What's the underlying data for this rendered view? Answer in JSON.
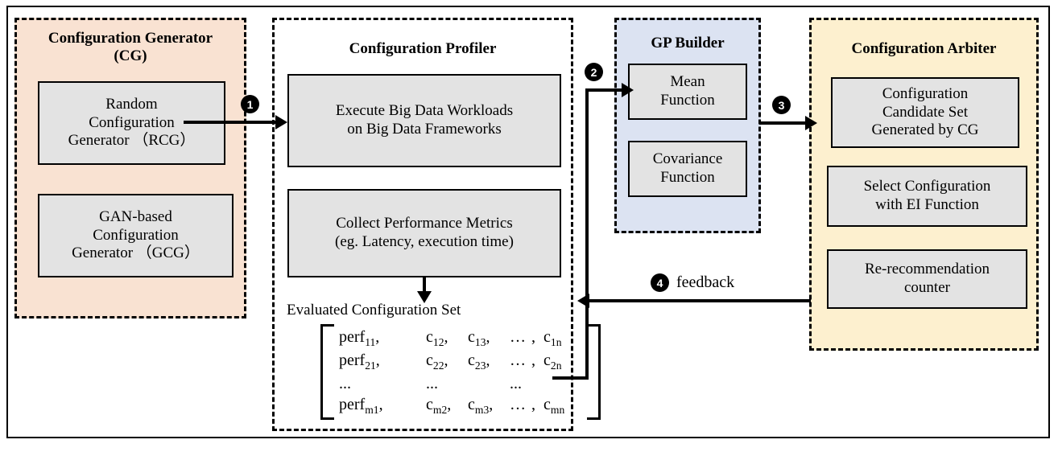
{
  "diagram": {
    "panels": [
      {
        "id": "configuration-generator",
        "title_line1": "Configuration Generator",
        "title_line2": "(CG)",
        "fill": "#f9e2d2",
        "boxes": [
          {
            "line1": "Random",
            "line2": "Configuration",
            "line3": "Generator （RCG）"
          },
          {
            "line1": "GAN-based",
            "line2": "Configuration",
            "line3": "Generator （GCG）"
          }
        ]
      },
      {
        "id": "configuration-profiler",
        "title_line1": "Configuration Profiler",
        "title_line2": "",
        "fill": "#ffffff",
        "boxes": [
          {
            "line1": "Execute Big Data Workloads",
            "line2": "on Big Data Frameworks",
            "line3": ""
          },
          {
            "line1": "Collect Performance Metrics",
            "line2": "(eg. Latency, execution time)",
            "line3": ""
          }
        ],
        "set_label": "Evaluated Configuration Set"
      },
      {
        "id": "gp-builder",
        "title_line1": "GP Builder",
        "title_line2": "",
        "fill": "#dce3f2",
        "boxes": [
          {
            "line1": "Mean",
            "line2": "Function",
            "line3": ""
          },
          {
            "line1": "Covariance",
            "line2": "Function",
            "line3": ""
          }
        ]
      },
      {
        "id": "configuration-arbiter",
        "title_line1": "Configuration Arbiter",
        "title_line2": "",
        "fill": "#fdf0cf",
        "boxes": [
          {
            "line1": "Configuration",
            "line2": "Candidate Set",
            "line3": "Generated by CG"
          },
          {
            "line1": "Select Configuration",
            "line2": "with EI Function",
            "line3": ""
          },
          {
            "line1": "Re-recommendation",
            "line2": "counter",
            "line3": ""
          }
        ]
      }
    ],
    "badges": {
      "step1": "1",
      "step2": "2",
      "step3": "3",
      "step4": "4"
    },
    "feedback_label": "feedback",
    "matrix": {
      "rows": [
        {
          "c1": "perf11",
          "c1b": "perf",
          "c1s": "11",
          "c2": "c12",
          "c3": "c13",
          "c4": "… ,",
          "c5": "c1n"
        },
        {
          "c1b": "perf",
          "c1s": "21",
          "c2": "c22",
          "c3": "c23",
          "c4": "… ,",
          "c5": "c2n"
        },
        {
          "c1b": "...",
          "c1s": "",
          "c2": "...",
          "c3": "",
          "c4": "...",
          "c5": ""
        },
        {
          "c1b": "perf",
          "c1s": "m1",
          "c2": "cm2",
          "c3": "cm3",
          "c4": "… ,",
          "c5": "cmn"
        }
      ],
      "cells": [
        [
          "perf",
          "11",
          ",",
          "c",
          "12",
          ",",
          "c",
          "13",
          ",",
          "…",
          ",",
          "c",
          "1n"
        ],
        [
          "perf",
          "21",
          ",",
          "c",
          "22",
          ",",
          "c",
          "23",
          ",",
          "…",
          ",",
          "c",
          "2n"
        ],
        [
          "...",
          "",
          "",
          "...",
          "",
          "",
          "...",
          "",
          "",
          "",
          "",
          "",
          ""
        ],
        [
          "perf",
          "m1",
          ",",
          "c",
          "m2",
          ",",
          "c",
          "m3",
          ",",
          "…",
          ",",
          "c",
          "mn"
        ]
      ]
    }
  }
}
